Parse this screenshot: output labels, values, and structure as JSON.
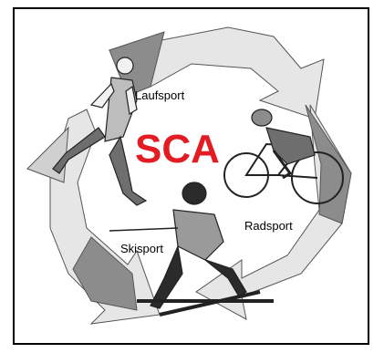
{
  "brand": {
    "text": "SCA",
    "color": "#e31b23"
  },
  "labels": {
    "running": "Laufsport",
    "cycling": "Radsport",
    "skiing": "Skisport"
  },
  "colors": {
    "arrow_light": "#e6e6e6",
    "arrow_dark": "#8c8c8c",
    "outline": "#555555"
  }
}
